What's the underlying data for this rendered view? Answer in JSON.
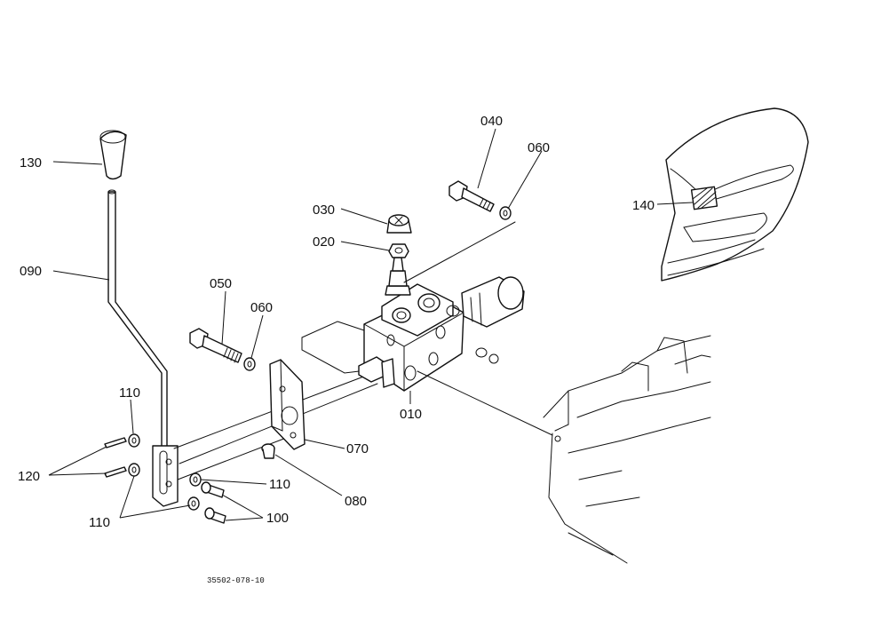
{
  "callouts": {
    "c010": "010",
    "c020": "020",
    "c030": "030",
    "c040": "040",
    "c050": "050",
    "c060a": "060",
    "c060b": "060",
    "c070": "070",
    "c080": "080",
    "c090": "090",
    "c100": "100",
    "c110a": "110",
    "c110b": "110",
    "c110c": "110",
    "c120": "120",
    "c130": "130",
    "c140": "140"
  },
  "drawing_code": "35502-078-10",
  "colors": {
    "ink": "#111111",
    "paper": "#ffffff"
  }
}
